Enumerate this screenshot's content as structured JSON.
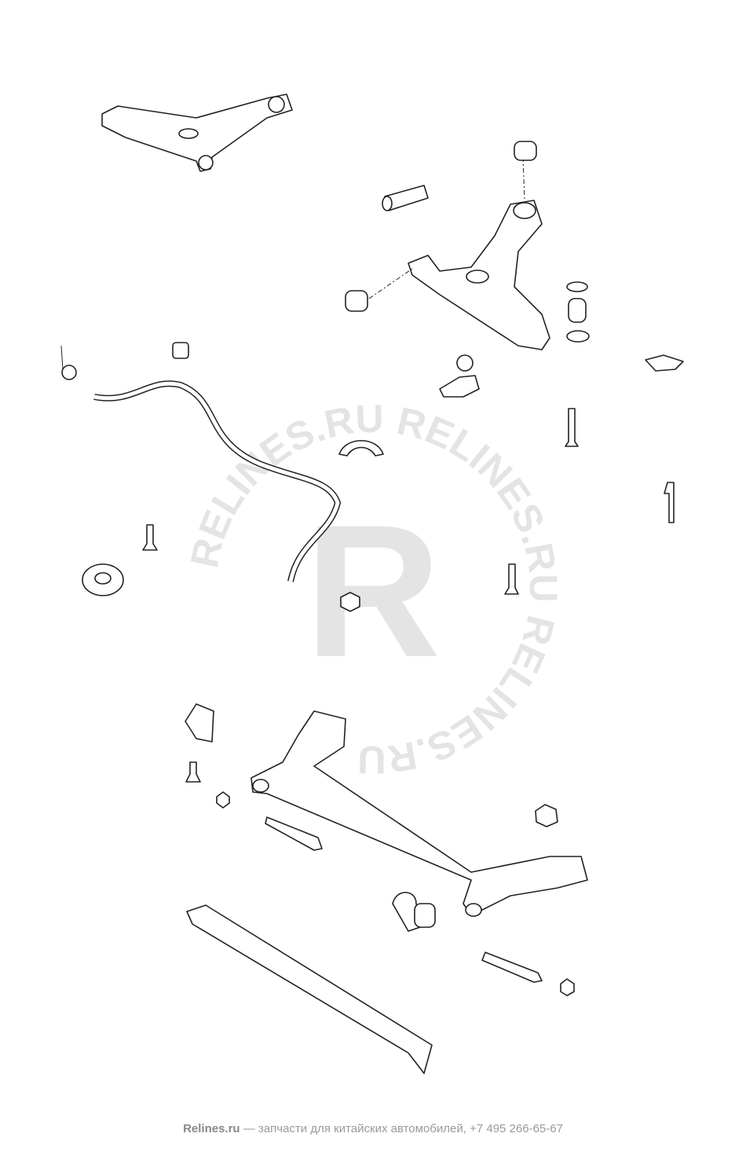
{
  "watermark": {
    "letter": "R",
    "ring_text": "RELINES.RU RELINES.RU RELINES.RU"
  },
  "footer": {
    "brand": "Relines.ru",
    "separator": " — ",
    "text": "запчасти для китайских автомобилей, +7 495 266-65-67"
  }
}
